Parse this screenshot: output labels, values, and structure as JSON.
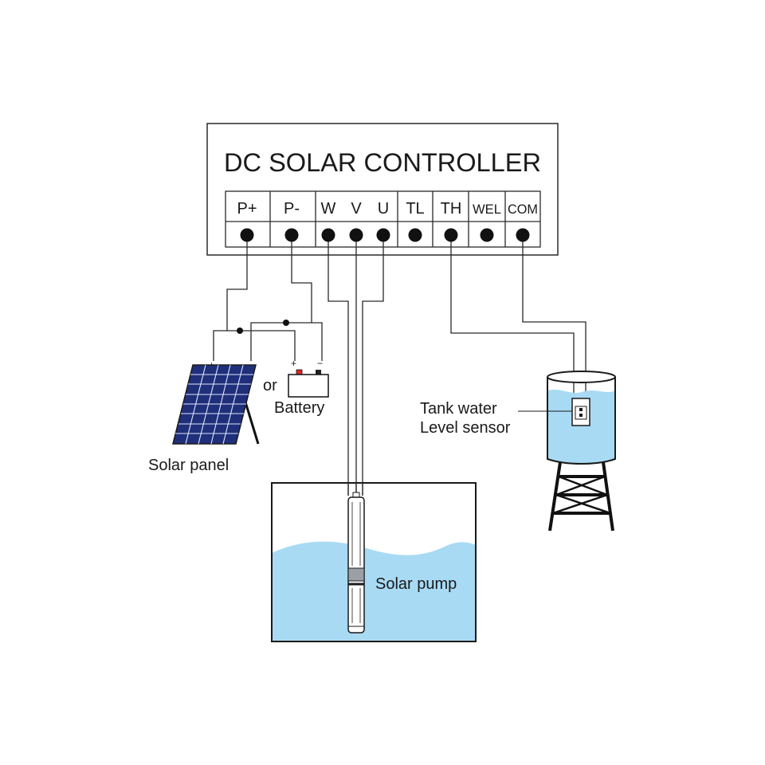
{
  "controller": {
    "title": "DC SOLAR CONTROLLER",
    "terminals": [
      "P+",
      "P-",
      "W",
      "V",
      "U",
      "TL",
      "TH",
      "WEL",
      "COM"
    ]
  },
  "polarity": {
    "panel_plus": "+",
    "panel_minus": "−",
    "battery_plus": "+",
    "battery_minus": "−"
  },
  "labels": {
    "or": "or",
    "battery": "Battery",
    "solar_panel": "Solar panel",
    "solar_pump": "Solar pump",
    "tank_line1": "Tank water",
    "tank_line2": "Level sensor"
  },
  "colors": {
    "water": "#a8daf4",
    "panel_cell": "#1f2f7a",
    "battery_positive": "#e02424",
    "battery_negative": "#222222"
  }
}
